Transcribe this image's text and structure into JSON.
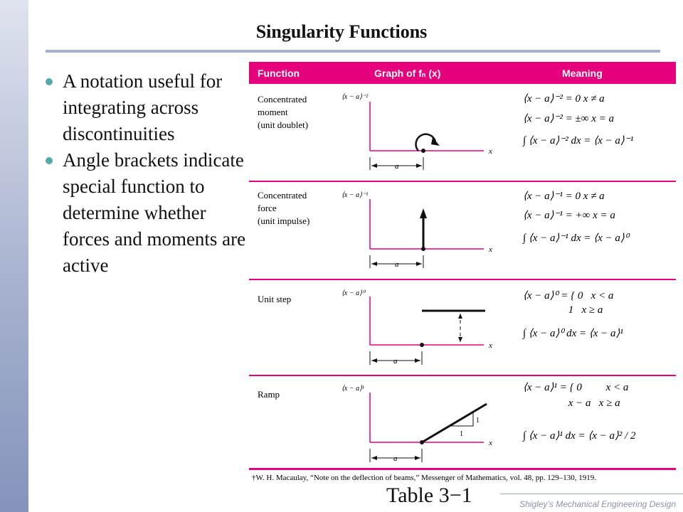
{
  "slide": {
    "title": "Singularity Functions",
    "bullets": [
      "A notation useful for integrating across discontinuities",
      "Angle brackets indicate special function to determine whether forces and moments are active"
    ],
    "caption": "Table 3−1",
    "footer": "Shigley’s Mechanical Engineering Design"
  },
  "table": {
    "headers": [
      "Function",
      "Graph of fₙ (x)",
      "Meaning"
    ],
    "rows": [
      {
        "name_lines": [
          "Concentrated",
          "moment",
          "(unit doublet)"
        ],
        "graph_label": "⟨x − a⟩⁻²",
        "meaning": [
          "⟨x − a⟩⁻² = 0    x ≠ a",
          "⟨x − a⟩⁻² = ±∞    x = a",
          "∫ ⟨x − a⟩⁻² dx = ⟨x − a⟩⁻¹"
        ]
      },
      {
        "name_lines": [
          "Concentrated",
          "force",
          "(unit impulse)"
        ],
        "graph_label": "⟨x − a⟩⁻¹",
        "meaning": [
          "⟨x − a⟩⁻¹ = 0    x ≠ a",
          "⟨x − a⟩⁻¹ = +∞    x = a",
          "∫ ⟨x − a⟩⁻¹ dx = ⟨x − a⟩⁰"
        ]
      },
      {
        "name_lines": [
          "Unit step"
        ],
        "graph_label": "⟨x − a⟩⁰",
        "meaning": [
          "⟨x − a⟩⁰ = { 0   x < a",
          "                 1   x ≥ a",
          "∫ ⟨x − a⟩⁰ dx = ⟨x − a⟩¹"
        ]
      },
      {
        "name_lines": [
          "Ramp"
        ],
        "graph_label": "⟨x − a⟩¹",
        "meaning": [
          "⟨x − a⟩¹ = { 0         x < a",
          "                 x − a   x ≥ a",
          "∫ ⟨x − a⟩¹ dx = ⟨x − a⟩² / 2"
        ]
      }
    ],
    "axis_x": "x",
    "axis_a": "a",
    "slope_label": "1",
    "footnote": "†W. H. Macaulay, “Note on the deflection of beams,” Messenger of Mathematics, vol. 48, pp. 129–130, 1919.",
    "accent": "#e5007e"
  }
}
